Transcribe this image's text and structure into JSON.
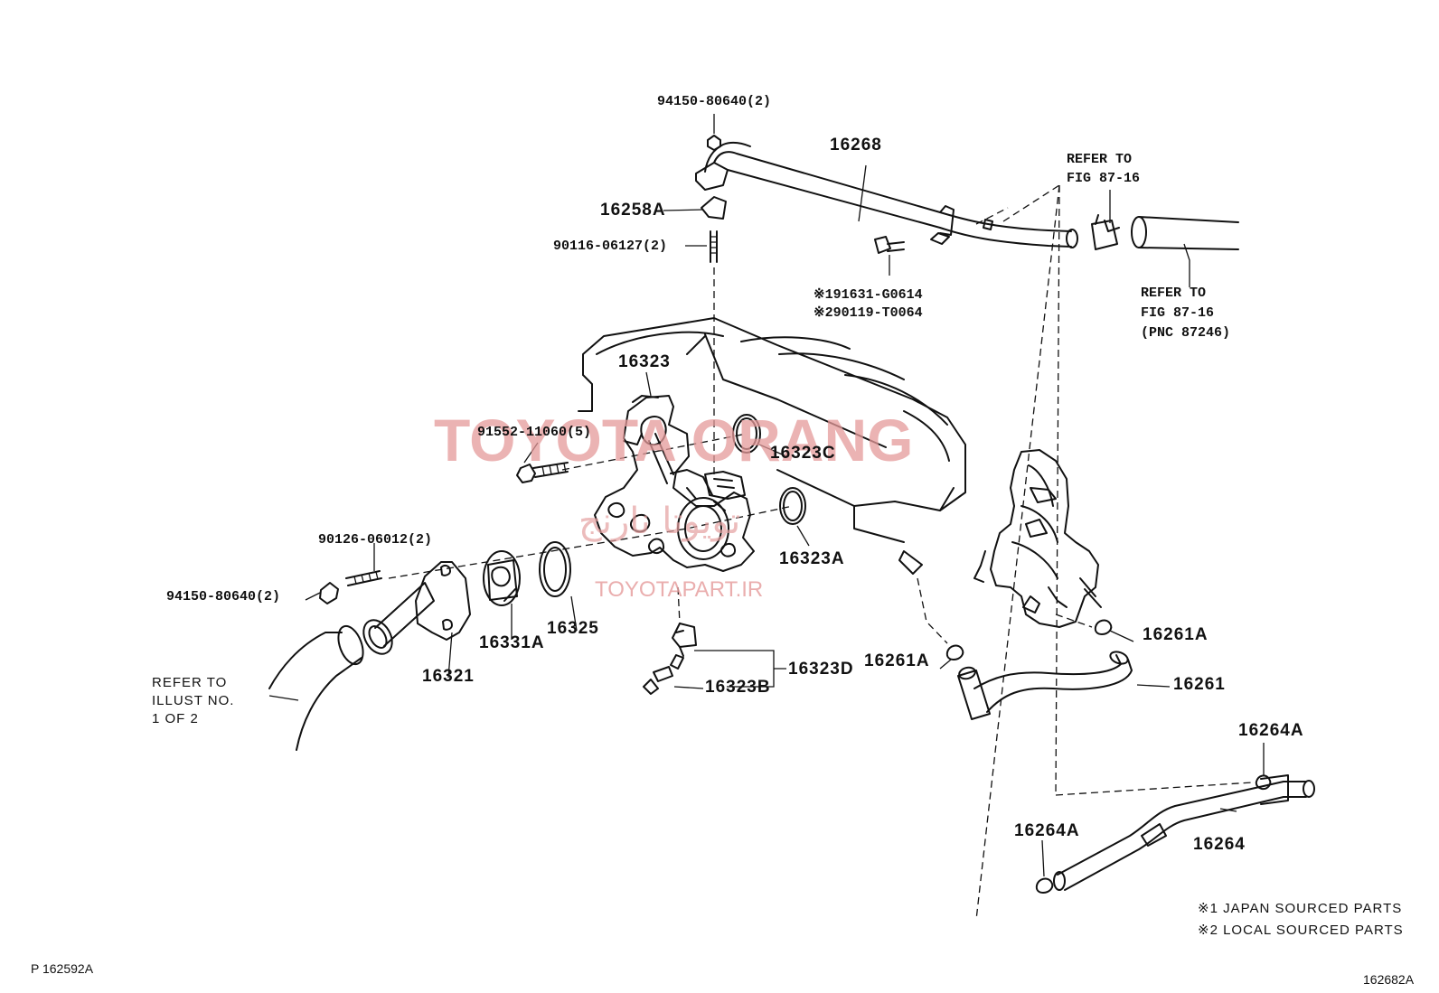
{
  "labels": {
    "l94150_top": "94150-80640(2)",
    "l16268": "16268",
    "l16258A": "16258A",
    "l90116": "90116-06127(2)",
    "l191631": "※191631-G0614",
    "l290119": "※290119-T0064",
    "refer_a1": "REFER TO",
    "refer_a2": "FIG 87-16",
    "refer_b1": "REFER TO",
    "refer_b2": "FIG 87-16",
    "refer_b3": "(PNC 87246)",
    "l16323": "16323",
    "l91552": "91552-11060(5)",
    "l16323C": "16323C",
    "l16323A": "16323A",
    "l90126": "90126-06012(2)",
    "l94150_left": "94150-80640(2)",
    "l16331A": "16331A",
    "l16325": "16325",
    "l16321": "16321",
    "l16323D": "16323D",
    "l16323B": "16323B",
    "refer_c1": "REFER TO",
    "refer_c2": "ILLUST NO.",
    "refer_c3": "1 OF 2",
    "l16261A_left": "16261A",
    "l16261A_right": "16261A",
    "l16261": "16261",
    "l16264A_top": "16264A",
    "l16264A_bottom": "16264A",
    "l16264": "16264",
    "note1": "※1 JAPAN SOURCED PARTS",
    "note2": "※2 LOCAL SOURCED PARTS",
    "code_left": "P 162592A",
    "code_right": "162682A"
  },
  "watermark": {
    "brand": "TOYOTA ORANG",
    "persian": "تویوتا نارنج",
    "site": "TOYOTAPART.IR"
  },
  "colors": {
    "line": "#111111",
    "watermark": "#e59a9a"
  }
}
